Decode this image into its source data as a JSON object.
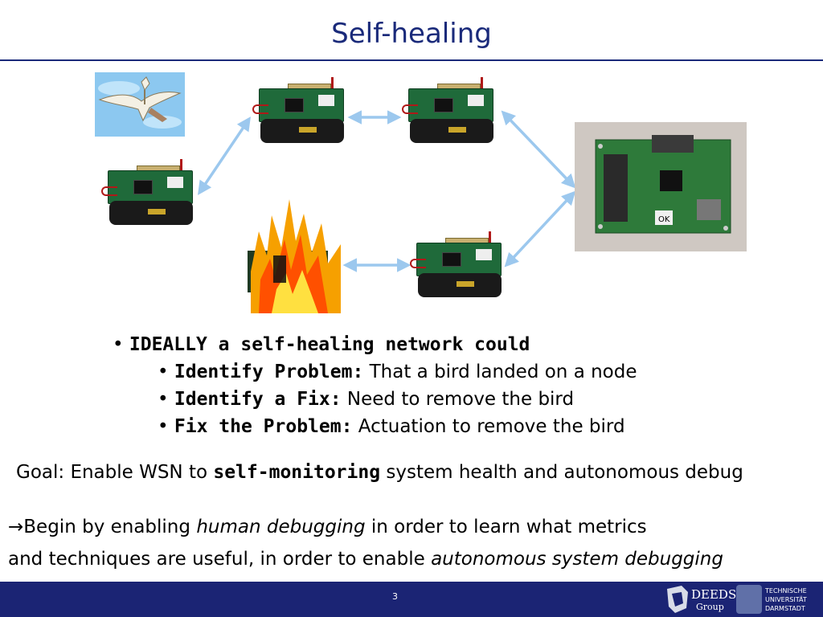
{
  "slide": {
    "title": "Self-healing",
    "page_number": "3"
  },
  "bullets": {
    "main": "IDEALLY a self-healing network could",
    "items": [
      {
        "label": "Identify Problem:",
        "text": "That a bird landed on a node"
      },
      {
        "label": "Identify a Fix:",
        "text": "Need to remove the bird"
      },
      {
        "label": "Fix the Problem:",
        "text": "Actuation to remove the bird"
      }
    ],
    "bullet_char": "•"
  },
  "goal": {
    "prefix": "Goal: Enable WSN to ",
    "emphasis": "self-monitoring",
    "suffix": " system health and autonomous debug"
  },
  "begin": {
    "arrow": "→",
    "part1": "Begin by enabling ",
    "italic1": "human debugging",
    "part2": " in order to learn what metrics",
    "part3": "and techniques are useful, in order to enable ",
    "italic2": "autonomous system debugging"
  },
  "footer": {
    "deeds_word": "DEEDS",
    "deeds_sub": "Group",
    "tu_lines": [
      "TECHNISCHE",
      "UNIVERSITÄT",
      "DARMSTADT"
    ]
  },
  "base_station": {
    "ok_label": "OK"
  },
  "colors": {
    "title": "#1a2a7a",
    "footer": "#1b2474",
    "arrow": "#9cc8ee"
  }
}
